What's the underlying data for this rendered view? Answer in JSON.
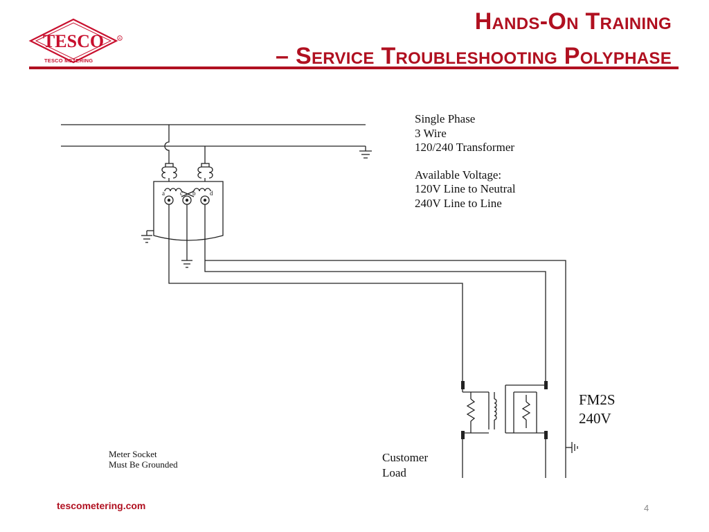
{
  "header": {
    "logo_text": "TESCO",
    "logo_caption": "TESCO METERING",
    "title_line1": "Hands-On Training",
    "title_line2": "– Service Troubleshooting Polyphase"
  },
  "diagram": {
    "info_lines": [
      "Single Phase",
      "3 Wire",
      "120/240 Transformer"
    ],
    "voltage_lines": [
      "Available Voltage:",
      "120V Line to Neutral",
      "240V Line to Line"
    ],
    "terminals": [
      "a",
      "c",
      "b",
      "d"
    ],
    "meter_form": "FM2S",
    "meter_voltage": "240V",
    "customer_load": [
      "Customer",
      "Load"
    ],
    "socket_note": [
      "Meter Socket",
      "Must Be Grounded"
    ]
  },
  "footer": {
    "website": "tescometering.com",
    "page_number": "4"
  },
  "colors": {
    "brand_red": "#b01020",
    "line": "#222222"
  }
}
